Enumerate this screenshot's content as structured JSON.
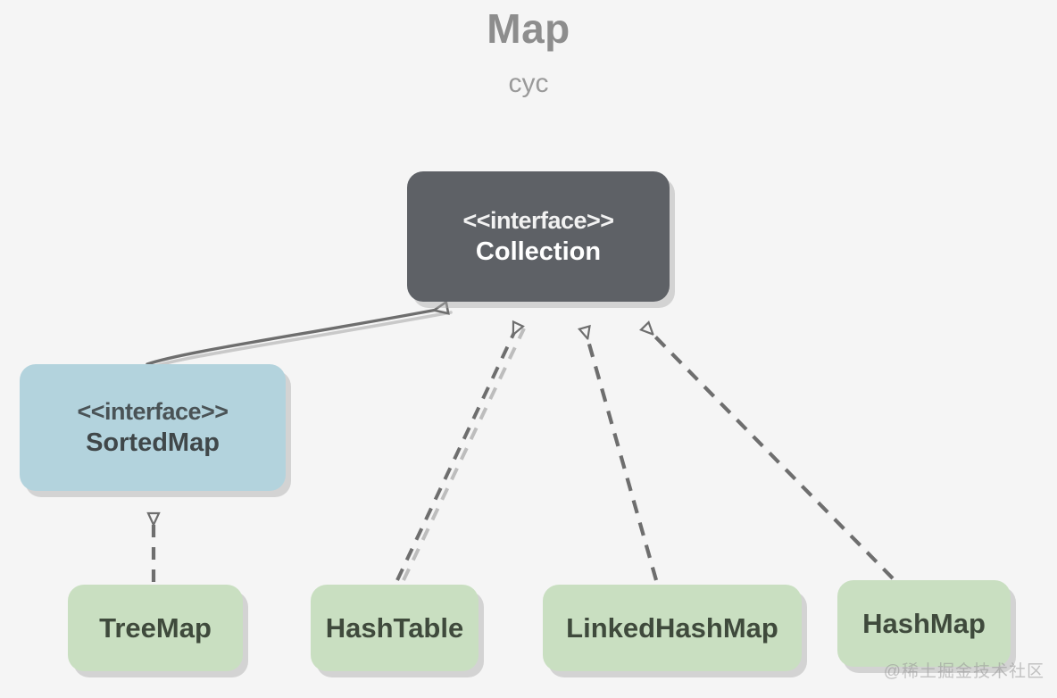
{
  "header": {
    "title": "Map",
    "subtitle": "cyc"
  },
  "background_color": "#f5f5f5",
  "watermark": "@稀土掘金技术社区",
  "palette": {
    "interface_dark_bg": "#5e6166",
    "interface_dark_text": "#ffffff",
    "interface_blue_bg": "#b3d3dd",
    "interface_blue_text": "#404749",
    "class_bg": "#c9dfc1",
    "class_text": "#3f4a3c",
    "edge_color": "#6b6b6b",
    "title_color": "#8d8d8d"
  },
  "diagram": {
    "type": "uml-class-diagram",
    "nodes": [
      {
        "id": "collection",
        "stereotype": "<<interface>>",
        "name": "Collection",
        "kind": "interface",
        "style": "dark"
      },
      {
        "id": "sortedmap",
        "stereotype": "<<interface>>",
        "name": "SortedMap",
        "kind": "interface",
        "style": "blue"
      },
      {
        "id": "treemap",
        "stereotype": "",
        "name": "TreeMap",
        "kind": "class",
        "style": "green"
      },
      {
        "id": "hashtable",
        "stereotype": "",
        "name": "HashTable",
        "kind": "class",
        "style": "green"
      },
      {
        "id": "linkedhashmap",
        "stereotype": "",
        "name": "LinkedHashMap",
        "kind": "class",
        "style": "green"
      },
      {
        "id": "hashmap",
        "stereotype": "",
        "name": "HashMap",
        "kind": "class",
        "style": "green"
      }
    ],
    "edges": [
      {
        "from": "sortedmap",
        "to": "collection",
        "line": "solid",
        "arrow": "hollow-triangle"
      },
      {
        "from": "hashtable",
        "to": "collection",
        "line": "dashed",
        "arrow": "hollow-triangle"
      },
      {
        "from": "linkedhashmap",
        "to": "collection",
        "line": "dashed",
        "arrow": "hollow-triangle"
      },
      {
        "from": "hashmap",
        "to": "collection",
        "line": "dashed",
        "arrow": "hollow-triangle"
      },
      {
        "from": "treemap",
        "to": "sortedmap",
        "line": "dashed",
        "arrow": "hollow-triangle"
      }
    ]
  }
}
